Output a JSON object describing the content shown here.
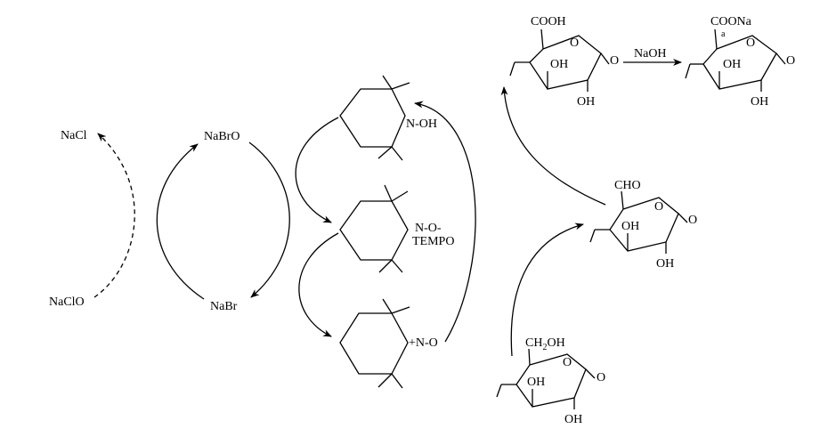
{
  "cycle_a": {
    "top": "NaCl",
    "bottom": "NaClO"
  },
  "cycle_b": {
    "top": "NaBrO",
    "bottom": "NaBr"
  },
  "tempo": {
    "hydroxylamine": "N-OH",
    "radical_line1": "N-O-",
    "radical_line2": "TEMPO",
    "oxoammonium": "+N-O"
  },
  "sugars": {
    "carboxyl": {
      "group": "COOH",
      "oh1": "OH",
      "oh2": "OH",
      "ring_o": "O",
      "link_o": "O"
    },
    "salt": {
      "group": "COONa",
      "mark": "a",
      "oh1": "OH",
      "oh2": "OH",
      "ring_o": "O",
      "link_o": "O"
    },
    "aldehyde": {
      "group": "CHO",
      "oh1": "OH",
      "oh2": "OH",
      "ring_o": "O",
      "link_o": "O"
    },
    "alcohol": {
      "group_main": "CH",
      "group_sub": "2",
      "group_tail": "OH",
      "oh1": "OH",
      "oh2": "OH",
      "ring_o": "O",
      "link_o": "O"
    }
  },
  "reagent": "NaOH"
}
